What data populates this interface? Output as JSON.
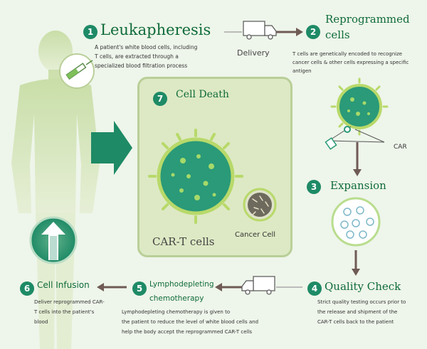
{
  "colors": {
    "background": "#eef5ea",
    "accent_green": "#1e8a66",
    "title_green": "#0f6b3a",
    "arrow_gray": "#6f5a55",
    "panel_fill": "#dde9c4"
  },
  "steps": [
    {
      "num": "1",
      "title": "Leukapheresis",
      "desc_lines": [
        "A patient's white blood cells, including",
        "T cells, are extracted through a",
        "specialized blood filtration process"
      ]
    },
    {
      "num": "2",
      "title_lines": [
        "Reprogrammed",
        "cells"
      ],
      "desc_lines": [
        "T cells are genetically encoded to recognize",
        "cancer cells & other cells expressing a specific",
        "antigen"
      ]
    },
    {
      "num": "3",
      "title": "Expansion"
    },
    {
      "num": "4",
      "title": "Quality Check",
      "desc_lines": [
        "Strict quality testing occurs prior to",
        "the release and shipment of the",
        "CAR-T cells back to the patient"
      ]
    },
    {
      "num": "5",
      "title_lines": [
        "Lymphodepleting",
        "chemotherapy"
      ],
      "desc_lines": [
        "Lymphodepleting chemotherapy is given to",
        "the patient to reduce the level of white blood cells and",
        "help the body accept  the reprogrammed  CAR-T cells"
      ]
    },
    {
      "num": "6",
      "title": "Cell Infusion",
      "desc_lines": [
        "Deliver reprogrammed CAR-",
        "T cells into the patient's",
        "blood"
      ]
    },
    {
      "num": "7",
      "title": "Cell Death"
    }
  ],
  "labels": {
    "delivery": "Delivery",
    "car": "CAR",
    "car_t_cells": "CAR-T cells",
    "cancer_cell": "Cancer Cell"
  },
  "icons": [
    "human-silhouette-icon",
    "syringe-icon",
    "truck-icon",
    "car-t-cell-icon",
    "petri-dish-icon",
    "cancer-cell-icon",
    "up-arrow-icon"
  ]
}
